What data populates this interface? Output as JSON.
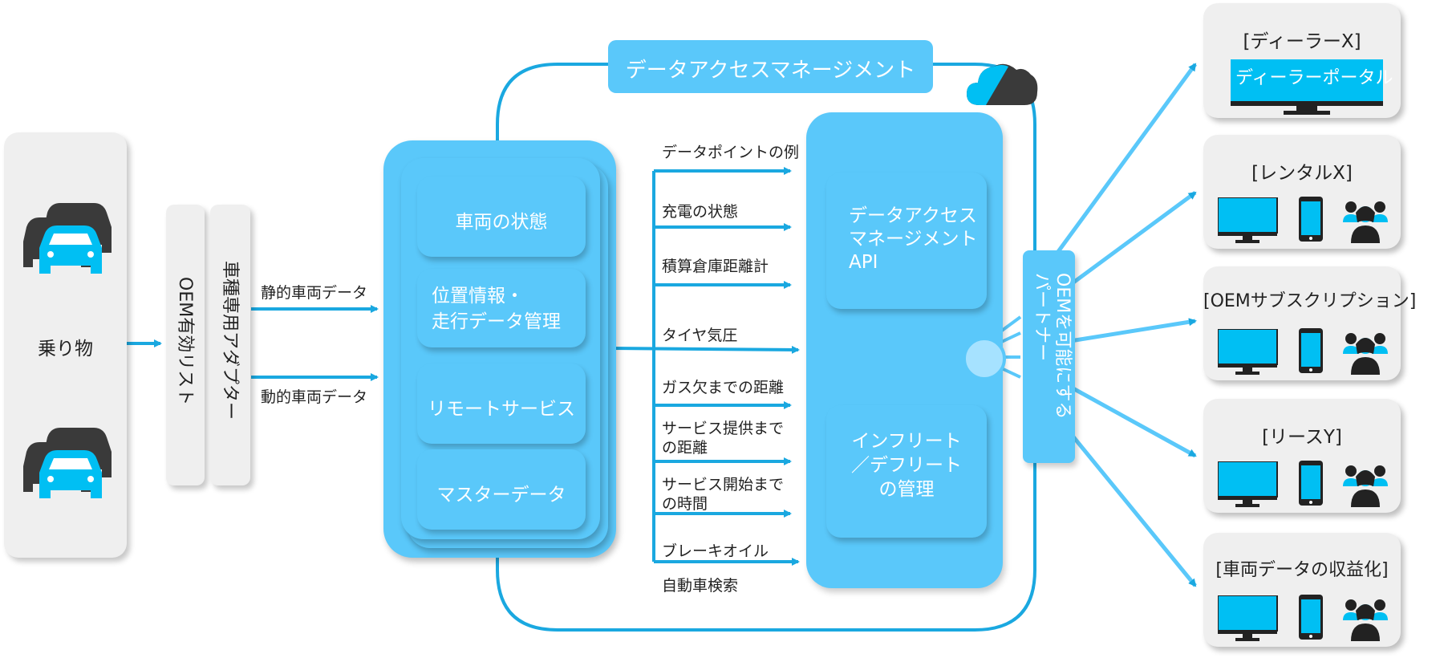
{
  "left": {
    "riders_label": "乗り物",
    "oem_list": "OEM有効リスト",
    "adapter": "車種専用アダプター",
    "static_data": "静的車両データ",
    "dynamic_data": "動的車両データ"
  },
  "vehicle_panel": {
    "cards": [
      "車両の状態",
      "位置情報・\n走行データ管理",
      "リモートサービス",
      "マスターデータ"
    ]
  },
  "dam": {
    "title": "データアクセスマネージメント"
  },
  "data_points": [
    "データポイントの例",
    "充電の状態",
    "積算倉庫距離計",
    "タイヤ気圧",
    "ガス欠までの距離",
    "サービス提供まで\nの距離",
    "サービス開始まで\nの時間",
    "ブレーキオイル",
    "自動車検索"
  ],
  "api_panel": {
    "api": "データアクセス\nマネージメント\nAPI",
    "infleet": "インフリート\n／デフリート\nの管理"
  },
  "partner": {
    "label": "OEMを可能にする\nパートナー"
  },
  "customers": [
    {
      "title": "[ディーラーX]",
      "portal": "ディーラーポータル"
    },
    {
      "title": "[レンタルX]"
    },
    {
      "title": "[OEMサブスクリプション]"
    },
    {
      "title": "[リースY]"
    },
    {
      "title": "[車両データの収益化]"
    }
  ],
  "colors": {
    "accent": "#5ac8fa",
    "line": "#1aa8e0",
    "icon_dark": "#3a3a3a",
    "icon_blue": "#00bff3"
  }
}
